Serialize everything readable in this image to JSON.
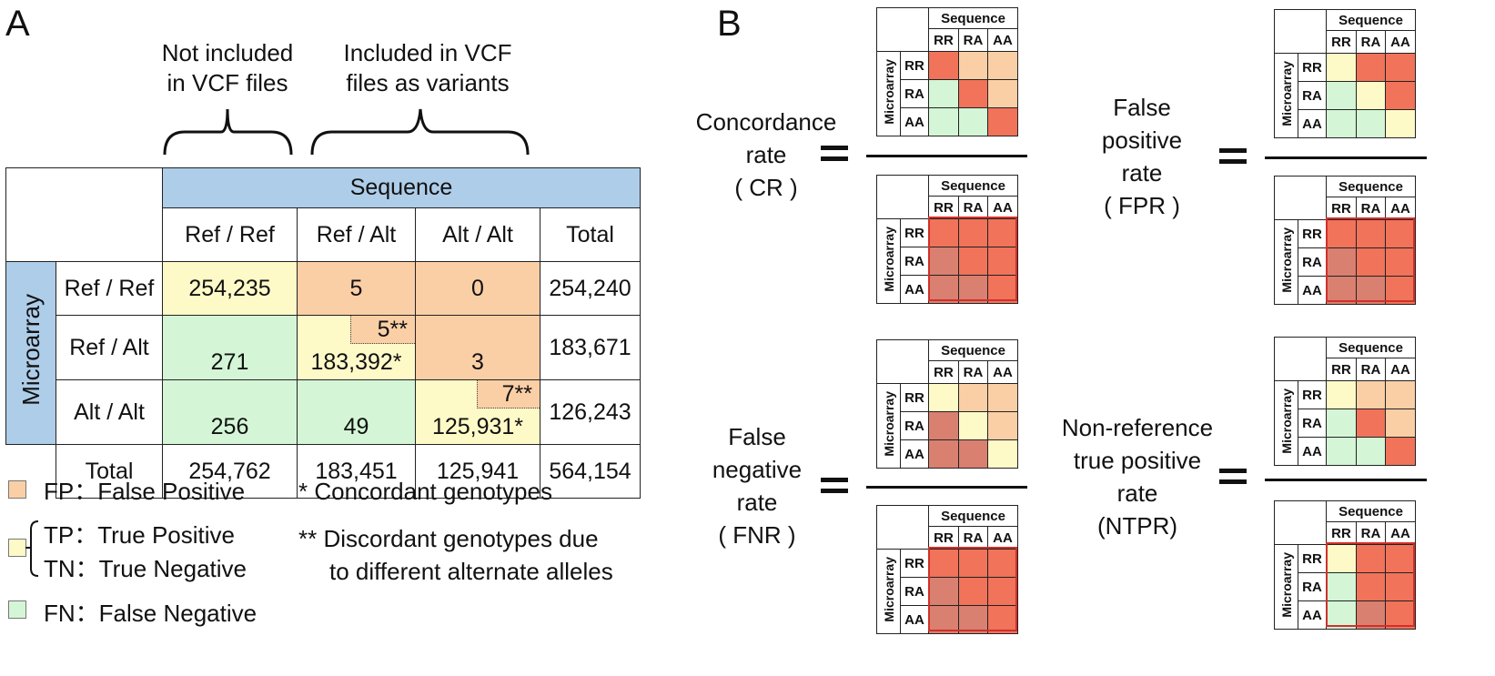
{
  "panels": {
    "a_label": "A",
    "b_label": "B"
  },
  "headers": {
    "not_included": [
      "Not included",
      "in VCF files"
    ],
    "included": [
      "Included in VCF",
      "files as variants"
    ]
  },
  "table": {
    "sequence_header": "Sequence",
    "microarray_header": "Microarray",
    "columns": [
      "Ref / Ref",
      "Ref / Alt",
      "Alt / Alt",
      "Total"
    ],
    "rows": [
      {
        "label": "Ref / Ref",
        "cells": [
          "254,235",
          "5",
          "0",
          "254,240"
        ]
      },
      {
        "label": "Ref / Alt",
        "cells": [
          "271",
          "183,392*",
          "3",
          "183,671"
        ],
        "inset": "5**"
      },
      {
        "label": "Alt / Alt",
        "cells": [
          "256",
          "49",
          "125,931*",
          "126,243"
        ],
        "inset": "7**"
      },
      {
        "label": "Total",
        "cells": [
          "254,762",
          "183,451",
          "125,941",
          "564,154"
        ]
      }
    ]
  },
  "legend": {
    "fp": "FP：False Positive",
    "tp": "TP：True Positive",
    "tn": "TN：True Negative",
    "fn": "FN：False Negative"
  },
  "notes": {
    "single": "* Concordant genotypes",
    "double_1": "** Discordant genotypes due",
    "double_2": "to different alternate alleles"
  },
  "equations": {
    "cr": [
      "Concordance",
      "rate",
      "( CR )"
    ],
    "fpr": [
      "False",
      "positive",
      "rate",
      "( FPR )"
    ],
    "fnr": [
      "False",
      "negative",
      "rate",
      "( FNR )"
    ],
    "ntpr": [
      "Non-reference",
      "true positive",
      "rate",
      "(NTPR)"
    ],
    "equals": "="
  },
  "mini": {
    "sequence": "Sequence",
    "microarray": "Microarray",
    "labels": [
      "RR",
      "RA",
      "AA"
    ]
  },
  "colors": {
    "blue": "#aecde9",
    "yellow": "#fefac8",
    "orange": "#fbcfa6",
    "green": "#d4f6d6",
    "red": "#f0735a",
    "dark_red": "#d98070"
  }
}
